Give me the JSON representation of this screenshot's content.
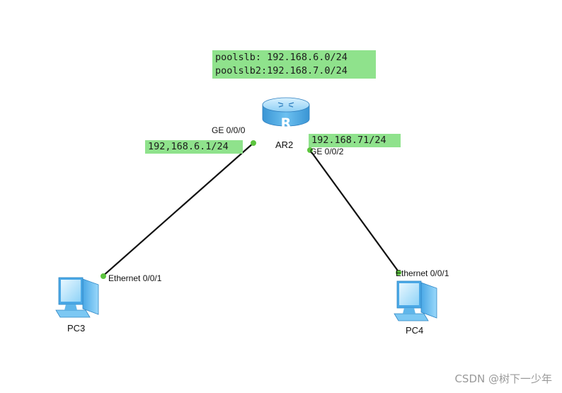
{
  "pool_note": {
    "line1": "poolslb: 192.168.6.0/24",
    "line2": "poolslb2:192.168.7.0/24"
  },
  "router": {
    "name": "AR2",
    "icon_letter": "R",
    "icon": "router-icon",
    "port_left": "GE 0/0/0",
    "port_right": "GE 0/0/2",
    "ip_left": "192,168.6.1/24",
    "ip_right": "192.168.71/24"
  },
  "pc3": {
    "name": "PC3",
    "icon": "pc-icon",
    "port": "Ethernet 0/0/1"
  },
  "pc4": {
    "name": "PC4",
    "icon": "pc-icon",
    "port": "Ethernet 0/0/1"
  },
  "watermark": "CSDN @树下一少年",
  "colors": {
    "label_bg": "#8fe28c",
    "link": "#111111",
    "port_dot": "#5cc43e",
    "router_body": "#5ab4ea",
    "pc_body": "#6fc3f2"
  }
}
